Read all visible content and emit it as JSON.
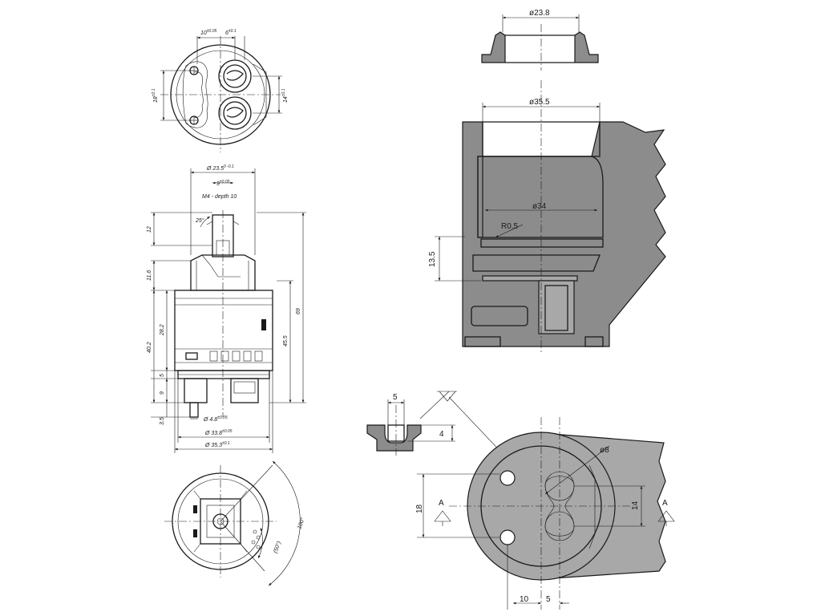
{
  "top_view": {
    "dim_top": "10",
    "dim_top_tol": "±0.05",
    "dim_top2": "6",
    "dim_top2_tol": "±0.1",
    "dim_left": "18",
    "dim_left_tol": "±0.1",
    "dim_right": "14",
    "dim_right_tol": "±0.1"
  },
  "side_view": {
    "d_top": "Ø 23.5",
    "d_top_tol": "0 -0.1",
    "stem": "9",
    "stem_tol": "±0.05",
    "thread": "M4 - depth 10",
    "angle": "25°",
    "h12": "12",
    "h116": "11.6",
    "h282": "28.2",
    "h402": "40.2",
    "h5": "5",
    "h9": "9",
    "h35": "3.5",
    "h455": "45.5",
    "h69": "69",
    "d_pin": "Ø 4.8",
    "d_pin_tol": "±0.05",
    "d_base": "Ø 33.8",
    "d_base_tol": "±0.05",
    "d_outer": "Ø 35.3",
    "d_outer_tol": "±0.1"
  },
  "bottom_view": {
    "angle100": "100°",
    "angle50": "(50°)"
  },
  "ring": {
    "dia": "ø23.8"
  },
  "section": {
    "dia355": "ø35.5",
    "dia34": "ø34",
    "r05": "R0.5",
    "h135": "13.5"
  },
  "detail": {
    "w5": "5",
    "d4": "4"
  },
  "seat_view": {
    "dia8": "ø8",
    "d18": "18",
    "d14": "14",
    "marker_a": "A",
    "d10": "10",
    "d5": "5"
  }
}
